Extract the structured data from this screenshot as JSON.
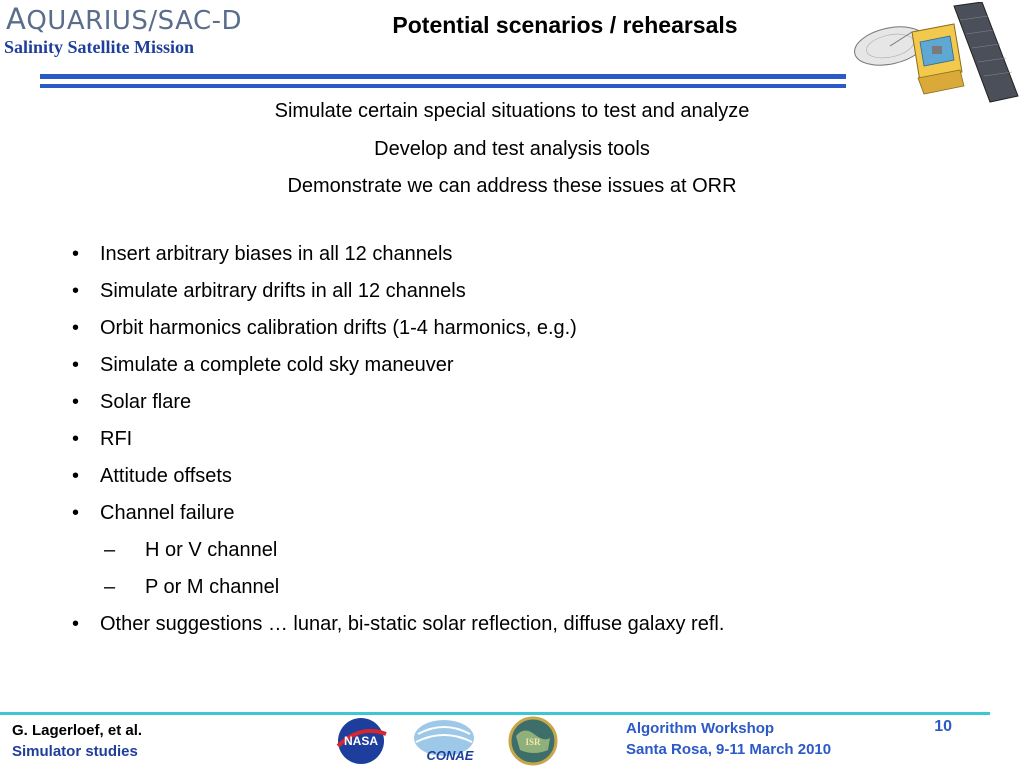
{
  "header": {
    "logo_text_big": "A",
    "logo_text": "QUARIUS/SAC-D",
    "logo_subtitle": "Salinity Satellite Mission",
    "title": "Potential scenarios / rehearsals"
  },
  "intro": [
    "Simulate certain special situations to test and analyze",
    "Develop and test analysis tools",
    "Demonstrate we can address these issues at ORR"
  ],
  "bullets": [
    "Insert arbitrary biases in all 12 channels",
    "Simulate arbitrary drifts in all 12 channels",
    "Orbit harmonics calibration drifts (1-4 harmonics, e.g.)",
    "Simulate a complete cold sky maneuver",
    "Solar flare",
    "RFI",
    "Attitude offsets",
    "Channel failure"
  ],
  "sub_bullets": [
    "H or V channel",
    "P or M channel"
  ],
  "last_bullet": "Other suggestions …  lunar, bi-static solar reflection, diffuse galaxy refl.",
  "bullet_glyph": "•",
  "dash_glyph": "–",
  "footer": {
    "author": "G. Lagerloef, et al.",
    "topic": "Simulator studies",
    "workshop": "Algorithm Workshop",
    "location": "Santa Rosa, 9-11 March 2010",
    "page": "10",
    "nasa_logo_text": "NASA",
    "conae_logo_text": "CONAE",
    "isr_logo_text": "ISR"
  },
  "colors": {
    "accent_blue": "#2b59c8",
    "footer_rule": "#3cc8d2",
    "subtitle_blue": "#1f3f9a"
  }
}
